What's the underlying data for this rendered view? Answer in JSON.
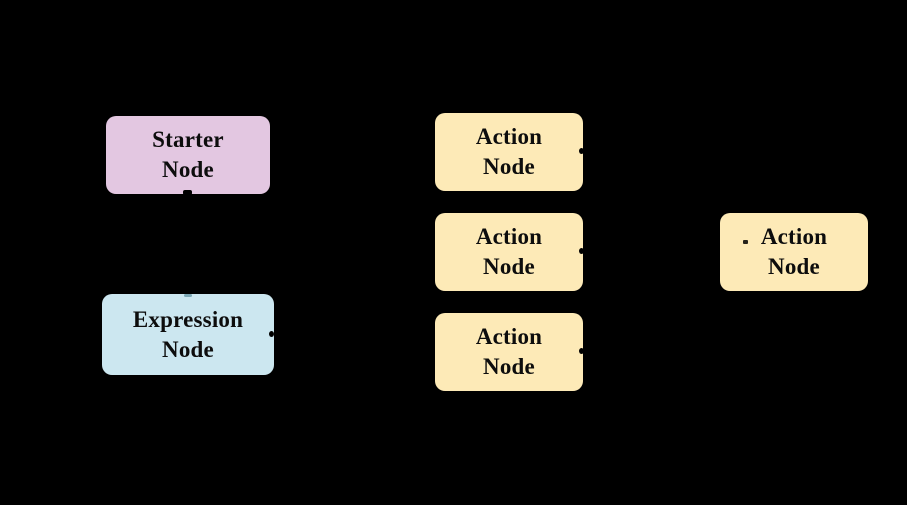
{
  "diagram": {
    "type": "flowchart",
    "background_color": "#000000",
    "text_color": "#0d0d0d",
    "nodes": [
      {
        "id": "starter",
        "label": "Starter\nNode",
        "fill": "#e3c7e1",
        "shape": "rounded-rect"
      },
      {
        "id": "expression",
        "label": "Expression\nNode",
        "fill": "#cce7f0",
        "shape": "rounded-rect"
      },
      {
        "id": "action-1",
        "label": "Action\nNode",
        "fill": "#fdeab7",
        "shape": "rounded-rect"
      },
      {
        "id": "action-2",
        "label": "Action\nNode",
        "fill": "#fdeab7",
        "shape": "rounded-rect"
      },
      {
        "id": "action-3",
        "label": "Action\nNode",
        "fill": "#fdeab7",
        "shape": "rounded-rect"
      },
      {
        "id": "action-right",
        "label": "Action\nNode",
        "fill": "#fdeab7",
        "shape": "rounded-rect"
      }
    ]
  }
}
